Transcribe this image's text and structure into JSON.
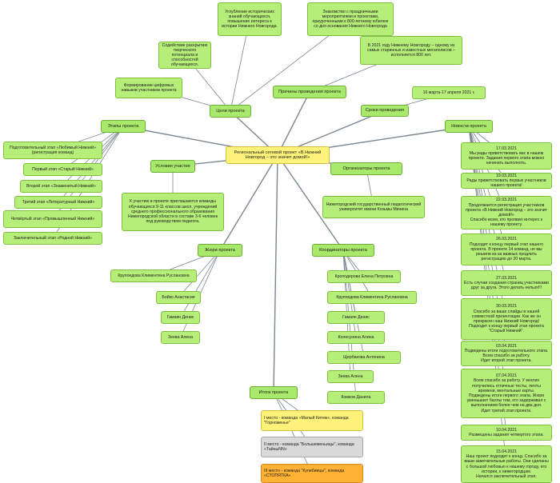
{
  "root": "Региональный сетевой проект «В Нижний Новгород – это значит домой!»",
  "goals": {
    "label": "Цели проекта",
    "items": [
      "Углубление исторических знаний обучающихся, повышение интереса к истории Нижнего Новгорода.",
      "Знакомство с праздничными мероприятиями и проектами, приуроченными к 800-летнему юбилею со дня основания Нижнего Новгорода",
      "Содействие раскрытию творческого потенциала и способностей обучающихся.",
      "Формирование цифровых навыков участников проекта"
    ]
  },
  "reasons": {
    "label": "Причины проведения проекта",
    "items": [
      "В 2021 году Нижнему Новгороду – одному из самых старинных и известных мегаполисов – исполняется 800 лет."
    ]
  },
  "timing": {
    "label": "Сроки проведения",
    "items": [
      "16 марта-17 апреля 2021 г."
    ]
  },
  "stages": {
    "label": "Этапы проекта",
    "items": [
      "Подготовительный этап «Любимый Нижний» (регистрация команд)",
      "Первый этап «Старый Нижний»",
      "Второй этап «Знаменитый Нижний»",
      "Третий этап «Литературный Нижний»",
      "Четвёртый этап «Промышленный Нижний»",
      "Заключительный этап «Родной Нижний»"
    ]
  },
  "conditions": {
    "label": "Условия участия",
    "items": [
      "К участию в проекте приглашаются команды обучающихся 9-11 классов школ, учреждений среднего профессионального образования Нижегородской области в составе 3-6 человек под руководством педагога."
    ]
  },
  "organizers": {
    "label": "Организаторы проекта",
    "items": [
      "Нижегородский государственный педагогический университет имени Козьмы Минина"
    ]
  },
  "jury": {
    "label": "Жюри проекта",
    "items": [
      "Крупоедова Климентина Руслановна",
      "Бойко Анастасия",
      "Гамаян Денис",
      "Зеева Алена"
    ]
  },
  "coordinators": {
    "label": "Координаторы проекта",
    "items": [
      "Кроподерова Елена Петровна",
      "Крупоедова Климентина Руслановна",
      "Гамаян Денис",
      "Колесунина Алина",
      "Щербакова Антонина",
      "Зеева Алена",
      "Комков Данила"
    ]
  },
  "results": {
    "label": "Итоги проекта",
    "items": [
      "I место - команда «Малый Китеж», команда \"Горноменье\"",
      "II место - команда \"Большеменьицы\", команда «ТайныNN»",
      "III место - команда \"Купибиицы\", команда «СТОПЯТКА»"
    ]
  },
  "news": {
    "label": "Новости проекта",
    "items": [
      {
        "date": "17.03.2021",
        "text": "Мы рады приветствовать вас в нашем проекте. Задания первого этапа можно начинать выполнять."
      },
      {
        "date": "19.03.2021",
        "text": "Рады приветствовать первых участников нашего проекта!"
      },
      {
        "date": "22.03.2021",
        "text": "Продолжается регистрация участников проекта «В Нижний Новгород – это значит домой!»\nСпасибо всем, кто проявил интерес к нашему проекту."
      },
      {
        "date": "26.03.2021",
        "text": "Подходит к концу первый этап нашего проекта. В проекте 14 команд, но мы решили из-за важных продлить регистрацию до 20 марта."
      },
      {
        "date": "27.03.2021",
        "text": "Есть случаи создания страниц участниками друг за друга. Этого делать нельзя!!!"
      },
      {
        "date": "30.03.2021",
        "text": "Спасибо за ваши слайды в нашей совместной презентации. Как же он прекрасен наш Нижний Новгород!\nПодходит к концу первый этап проекта \"Старый Нижний\"."
      },
      {
        "date": "03.04.2021",
        "text": "Подведены итоги подготовительного этапа. Всем спасибо за работу.\nИдет второй этап проекта."
      },
      {
        "date": "07.04.2021",
        "text": "Всем спасибо за работу. У многих получились отличные тесты, ленты времени, ментальные карты.\nПодведены итоги первого этапа. Жюри уменьшает баллы тем, кто задерживал с выполнением более чем на два дня.\nИдет третий этап проекта."
      },
      {
        "date": "10.04.2021",
        "text": "Размещены задания четвертого этапа."
      },
      {
        "date": "15.04.2021",
        "text": "Наш проект подходит к концу. Спасибо за ваши замечательные работы. Они сделаны с большой любовью к нашему городу, его истории, к нижегородцам.\nНачался заключительный этап."
      }
    ]
  },
  "colors": {
    "node": "#b6ee7a",
    "root": "#fff27a",
    "line": "#7b8794",
    "gold": "#fff27a",
    "silver": "#d9d9d9",
    "bronze": "#ffb233"
  }
}
